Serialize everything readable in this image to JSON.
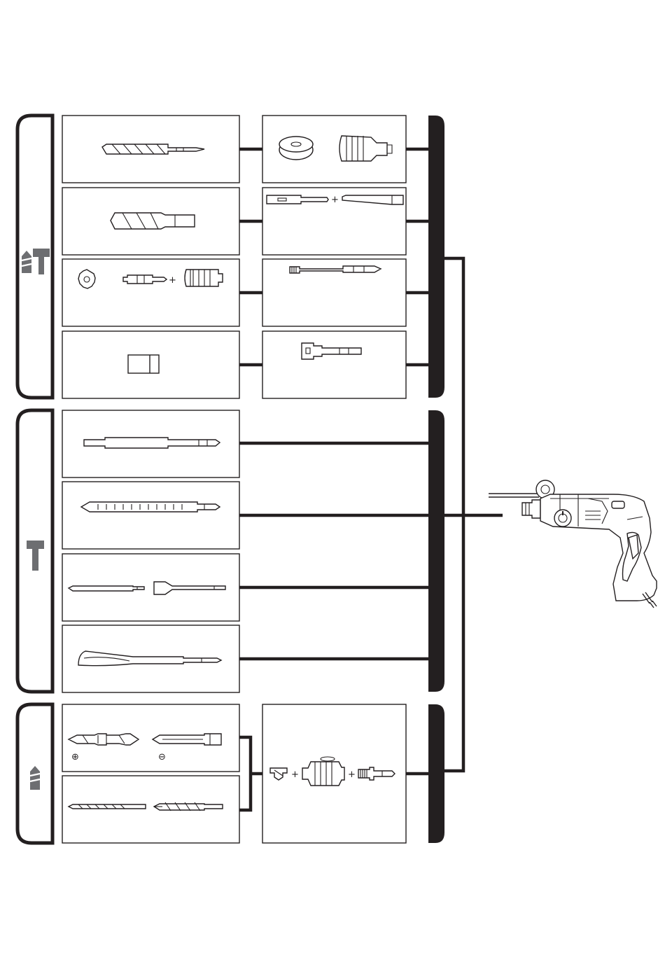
{
  "symbols": {
    "plus": "+",
    "phillips": "⊕",
    "slotted": "⊖"
  },
  "colors": {
    "ink": "#231f20",
    "mode_icon_grey": "#6d6e71",
    "background": "#ffffff"
  },
  "modes": [
    {
      "id": "hammer-drilling",
      "icons": [
        "drill-bit-icon",
        "hammer-icon"
      ]
    },
    {
      "id": "chiselling",
      "icons": [
        "hammer-icon"
      ]
    },
    {
      "id": "drilling",
      "icons": [
        "drill-bit-icon"
      ]
    }
  ],
  "accessories": {
    "hammer_drilling": [
      "sds-masonry-drill-bit",
      "sds-hole-saw",
      "core-bit-with-centre-drill",
      "dust-cap",
      "core-drill-kit",
      "extension-shaft",
      "drill-rod",
      "sds-adapter"
    ],
    "chiselling": [
      "point-chisel-short",
      "point-chisel",
      "flat-chisels",
      "gouge-chisel"
    ],
    "drilling": [
      "screwdriver-bits",
      "wood-and-metal-drill-bits",
      "drill-chuck-with-adapter"
    ]
  }
}
